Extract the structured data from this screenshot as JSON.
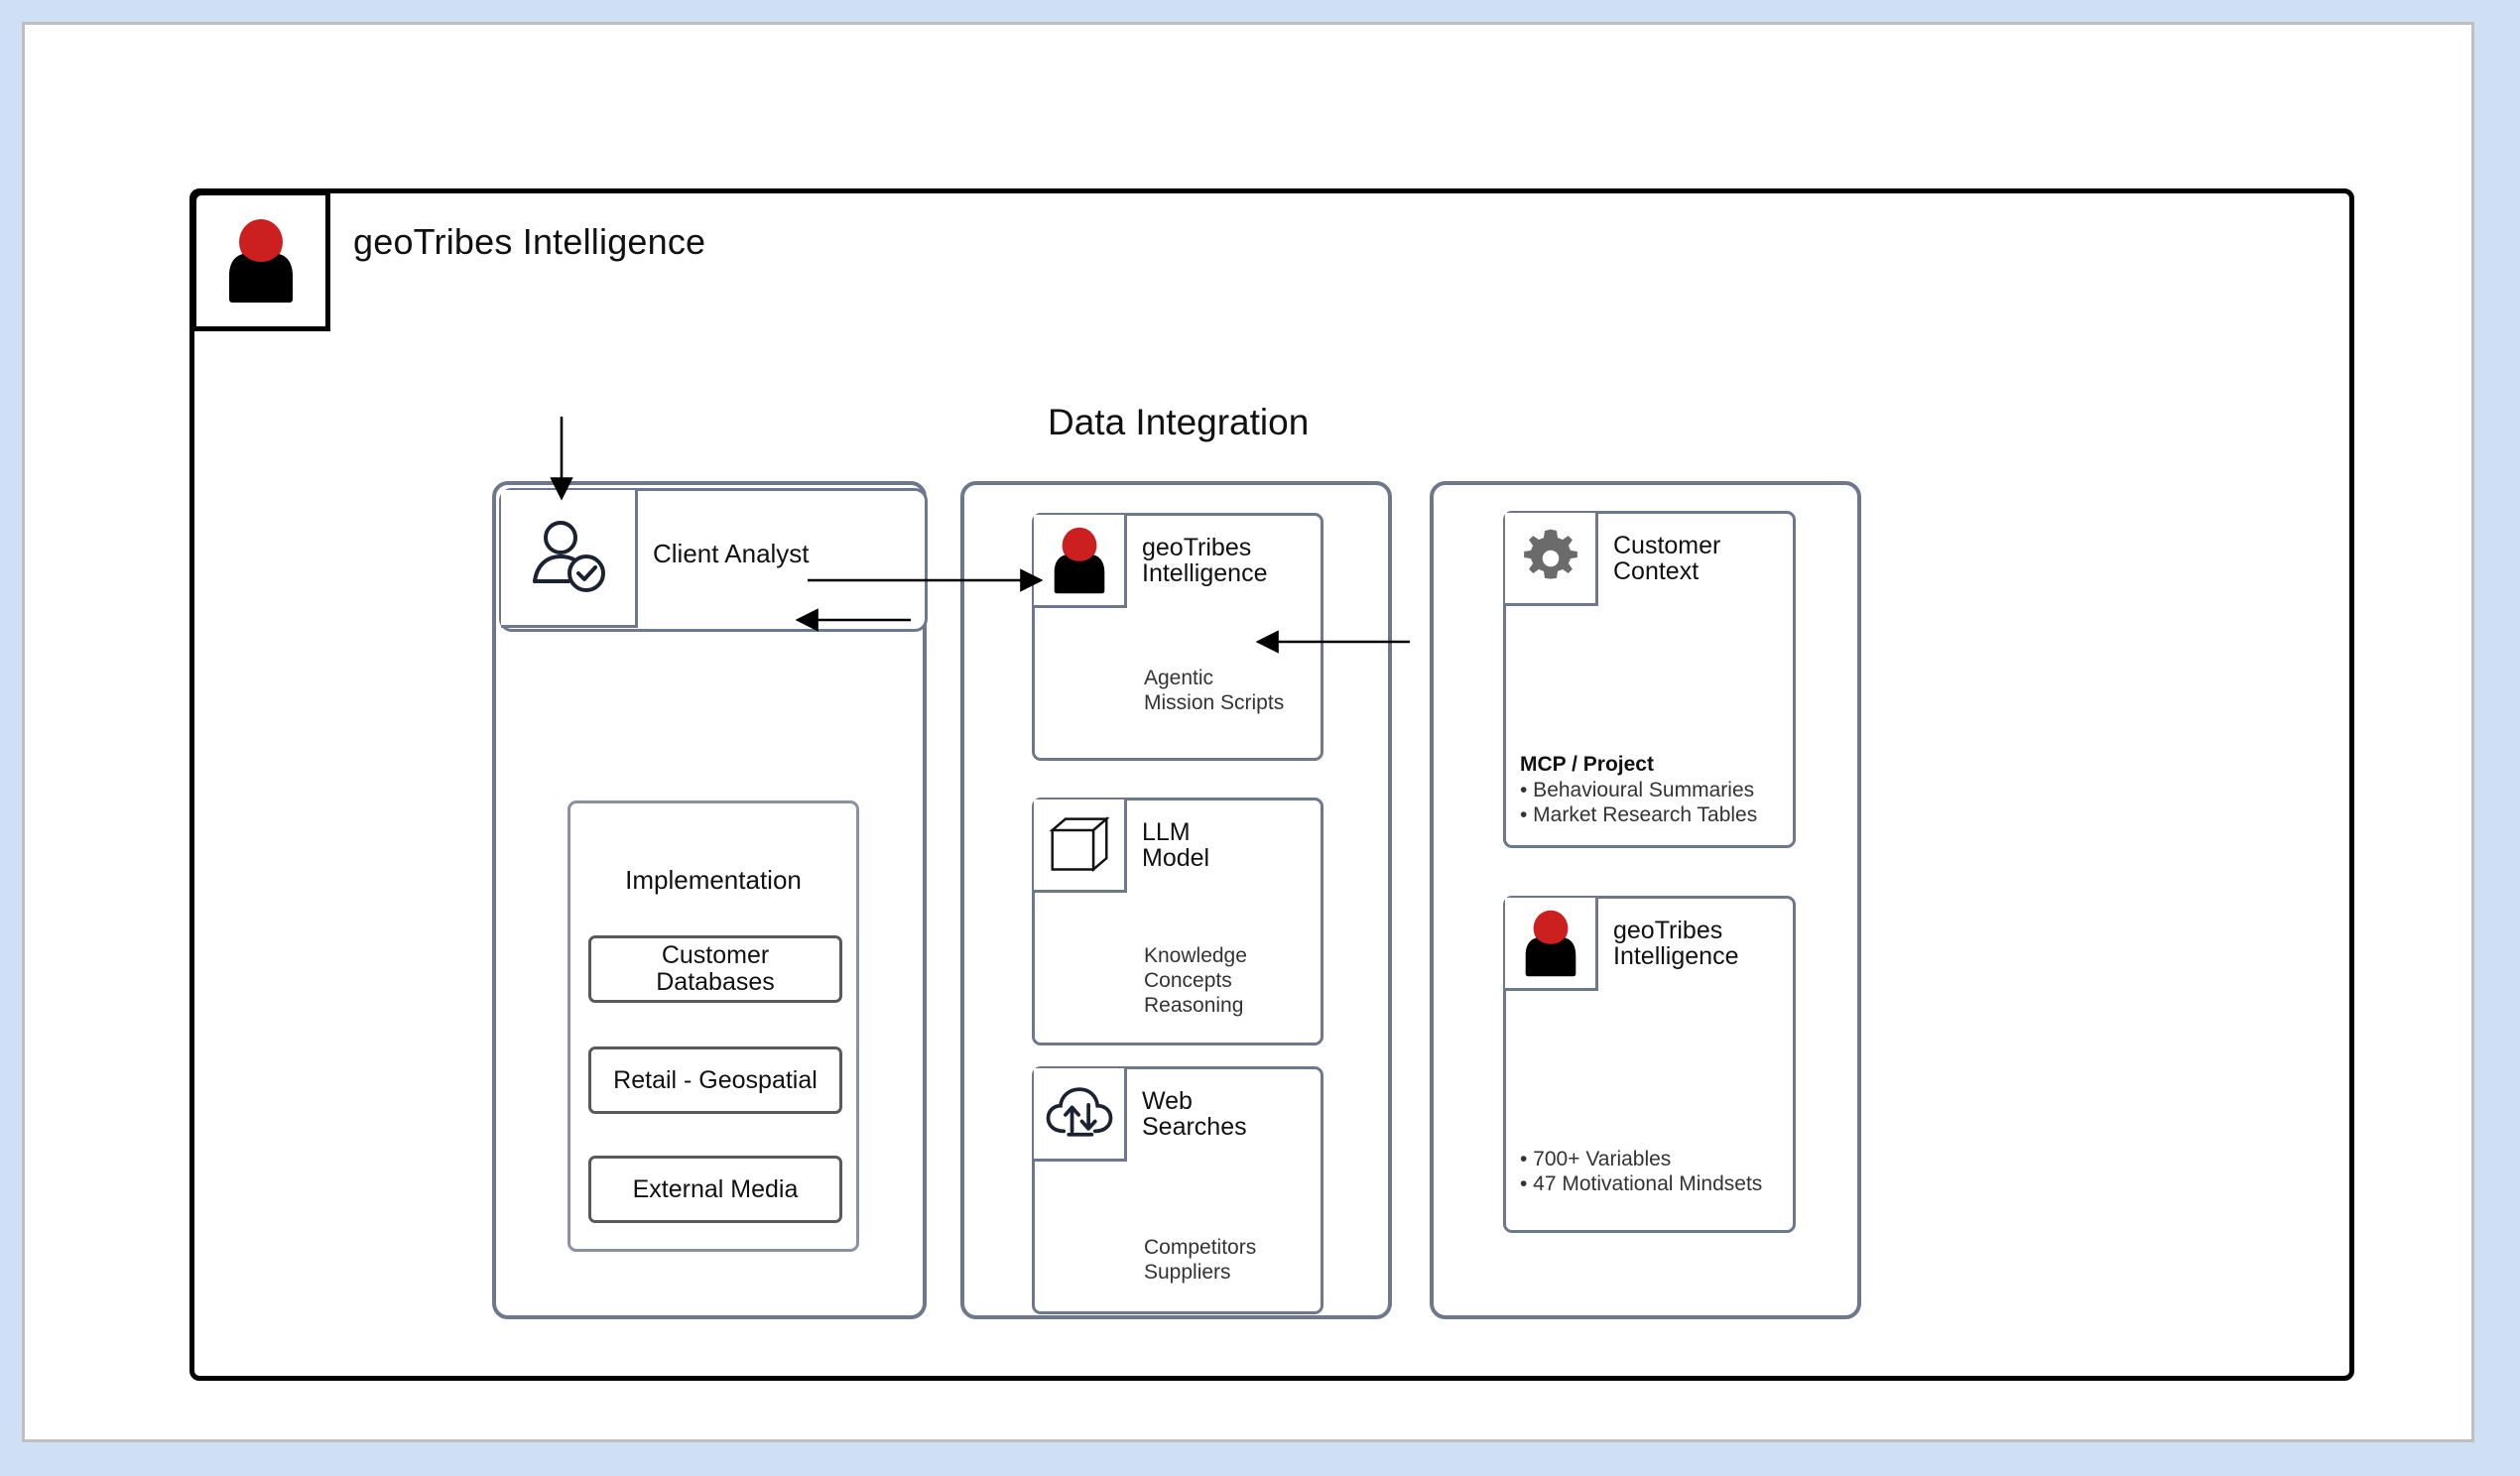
{
  "page": {
    "background_color": "#cfe0f5",
    "canvas_color": "#ffffff",
    "frame_color": "#000000",
    "accent_red": "#cc1f1f",
    "box_border_color": "#6d788c"
  },
  "brand": {
    "title": "geoTribes Intelligence",
    "icon": "person-red-head-icon"
  },
  "diagram": {
    "title": "Data Integration"
  },
  "columns": {
    "left": {
      "client_analyst": {
        "title": "Client Analyst",
        "icon": "person-verified-icon"
      },
      "implementation": {
        "title": "Implementation",
        "items": [
          "Customer\nDatabases",
          "Retail - Geospatial",
          "External Media"
        ]
      }
    },
    "middle": {
      "cards": [
        {
          "title": "geoTribes\nIntelligence",
          "subtitle": "Agentic\nMission Scripts",
          "icon": "person-red-head-icon"
        },
        {
          "title": "LLM\nModel",
          "subtitle": "Knowledge\nConcepts\nReasoning",
          "icon": "cube-3d-icon"
        },
        {
          "title": "Web\nSearches",
          "subtitle": "Competitors\nSuppliers",
          "icon": "cloud-upload-download-icon"
        }
      ]
    },
    "right": {
      "cards": [
        {
          "title": "Customer\nContext",
          "icon": "gear-icon",
          "list_heading": "MCP / Project",
          "list_items": [
            "• Behavioural Summaries",
            "• Market Research Tables"
          ]
        },
        {
          "title": "geoTribes\nIntelligence",
          "icon": "person-red-head-icon",
          "list_heading": "",
          "list_items": [
            "• 700+ Variables",
            "• 47 Motivational Mindsets"
          ]
        }
      ]
    }
  },
  "connectors": [
    {
      "name": "client-analyst-to-gti",
      "direction": "right"
    },
    {
      "name": "gti-to-client-analyst",
      "direction": "left"
    },
    {
      "name": "client-analyst-to-implementation",
      "direction": "down"
    },
    {
      "name": "customer-context-to-llm",
      "direction": "left"
    }
  ]
}
